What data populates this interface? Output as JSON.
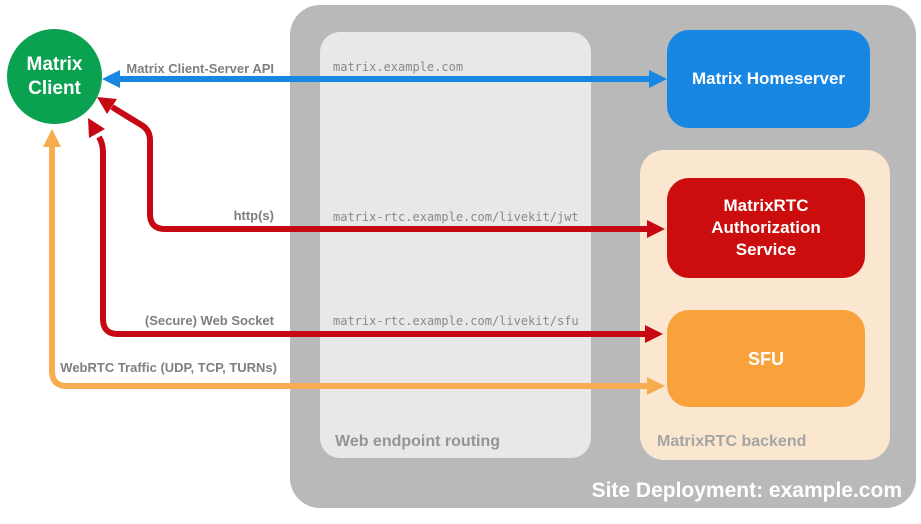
{
  "diagram": {
    "site_label": "Site Deployment: example.com",
    "routing_label": "Web endpoint routing",
    "backend_label": "MatrixRTC backend",
    "colors": {
      "site_container": "#b9b9b9",
      "routing_container": "#e8e8e8",
      "backend_container": "#fbe7cf"
    }
  },
  "nodes": {
    "client": {
      "line1": "Matrix",
      "line2": "Client",
      "color": "#0aa150"
    },
    "homeserver": {
      "label": "Matrix Homeserver",
      "color": "#1787e3"
    },
    "auth": {
      "label": "MatrixRTC Authorization Service",
      "color": "#cb0d0d"
    },
    "sfu": {
      "label": "SFU",
      "color": "#f9a23b"
    }
  },
  "endpoints": [
    {
      "host": "matrix.example.com"
    },
    {
      "host": "matrix-rtc.example.com/livekit/jwt"
    },
    {
      "host": "matrix-rtc.example.com/livekit/sfu"
    }
  ],
  "connections": [
    {
      "label": "Matrix Client-Server API",
      "color": "#1787e3",
      "style": "bidirectional"
    },
    {
      "label": "http(s)",
      "color": "#c50813",
      "style": "bidirectional"
    },
    {
      "label": "(Secure) Web Socket",
      "color": "#c50813",
      "style": "bidirectional"
    },
    {
      "label": "WebRTC Traffic (UDP, TCP, TURNs)",
      "color": "#f6ac4f",
      "style": "bidirectional"
    }
  ]
}
